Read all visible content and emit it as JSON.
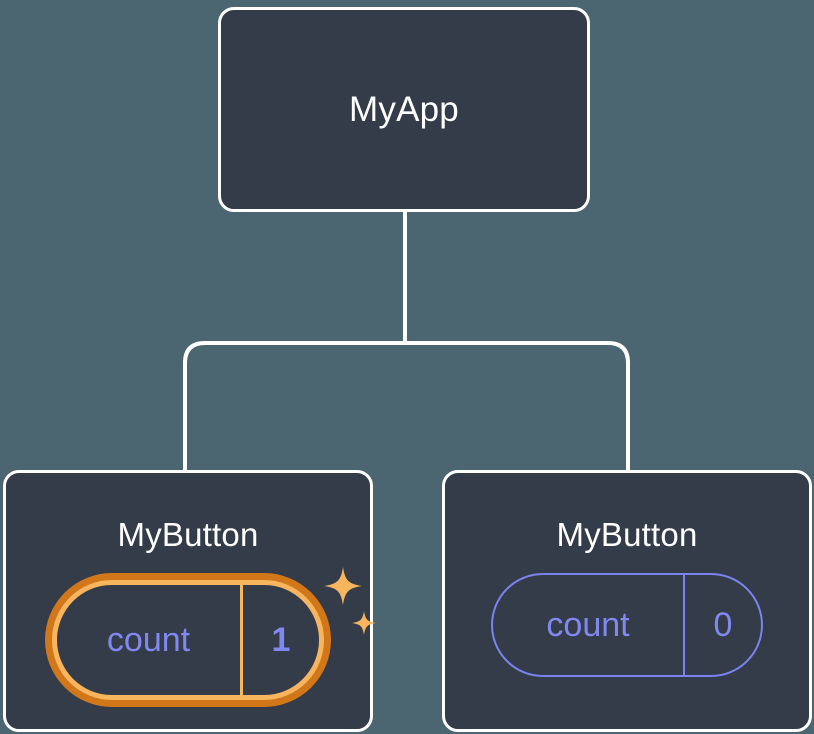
{
  "diagram": {
    "title": "React component tree with useState hook highlight",
    "background_color": "#4b6670",
    "card_fill": "#343b49",
    "card_border": "#ffffff",
    "edge_color": "#ffffff",
    "accent_highlight_outer": "#d2761a",
    "accent_highlight_inner": "#f7b55e",
    "accent_state": "#8189f0",
    "sparkle_color": "#f7b55e"
  },
  "nodes": {
    "root": {
      "label": "MyApp"
    },
    "child_left": {
      "label": "MyButton",
      "state": {
        "key": "count",
        "value": "1",
        "highlighted": true,
        "sparkle_large_label": "sparkle-large",
        "sparkle_small_label": "sparkle-small"
      }
    },
    "child_right": {
      "label": "MyButton",
      "state": {
        "key": "count",
        "value": "0",
        "highlighted": false
      }
    }
  },
  "edges": {
    "parent_to_bus_label": "edge-root-to-children",
    "bus_to_left_label": "edge-to-child-left",
    "bus_to_right_label": "edge-to-child-right"
  }
}
